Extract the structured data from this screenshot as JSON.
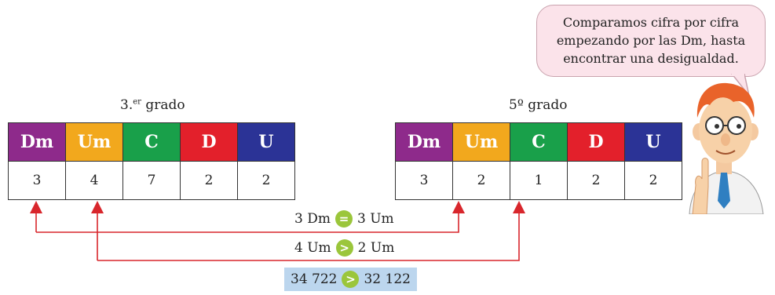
{
  "speech_bubble": {
    "line1": "Comparamos cifra por cifra",
    "line2": "empezando por las Dm, hasta",
    "line3": "encontrar una desigualdad."
  },
  "left_table": {
    "title_main": "3.",
    "title_sup": "er",
    "title_rest": " grado",
    "headers": [
      "Dm",
      "Um",
      "C",
      "D",
      "U"
    ],
    "values": [
      "3",
      "4",
      "7",
      "2",
      "2"
    ]
  },
  "right_table": {
    "title": "5º grado",
    "headers": [
      "Dm",
      "Um",
      "C",
      "D",
      "U"
    ],
    "values": [
      "3",
      "2",
      "1",
      "2",
      "2"
    ]
  },
  "comparisons": [
    {
      "left": "3 Dm",
      "symbol": "=",
      "right": "3 Um"
    },
    {
      "left": "4 Um",
      "symbol": ">",
      "right": "2 Um"
    }
  ],
  "final": {
    "left": "34 722",
    "symbol": ">",
    "right": "32 122"
  },
  "colors": {
    "Dm": "#8e2a8b",
    "Um": "#f2a81d",
    "C": "#19a04a",
    "D": "#e3202b",
    "U": "#2b3396",
    "arrow": "#d8262c",
    "symbol_badge": "#9bc63b",
    "result_highlight": "#bcd6ee",
    "bubble": "#fbe3ea"
  },
  "icons": [
    "teacher-character-illustration",
    "speech-bubble"
  ]
}
